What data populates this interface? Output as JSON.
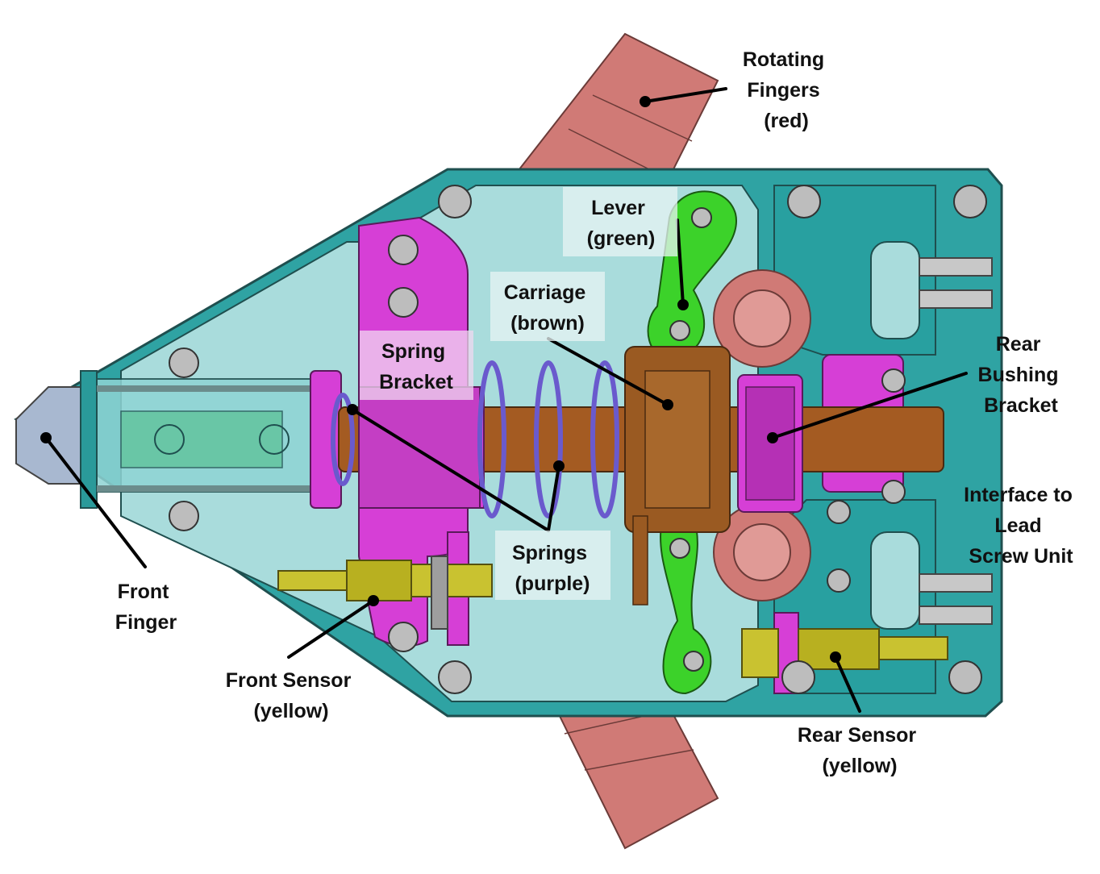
{
  "labels": {
    "rotating_fingers": [
      "Rotating",
      "Fingers",
      "(red)"
    ],
    "lever": [
      "Lever",
      "(green)"
    ],
    "carriage": [
      "Carriage",
      "(brown)"
    ],
    "spring_bracket": [
      "Spring",
      "Bracket"
    ],
    "rear_bushing_bracket": [
      "Rear",
      "Bushing",
      "Bracket"
    ],
    "interface": [
      "Interface to",
      "Lead",
      "Screw Unit"
    ],
    "springs": [
      "Springs",
      "(purple)"
    ],
    "front_finger": [
      "Front",
      "Finger"
    ],
    "front_sensor": [
      "Front Sensor",
      "(yellow)"
    ],
    "rear_sensor": [
      "Rear Sensor",
      "(yellow)"
    ]
  },
  "colors": {
    "housing": "#2fa3a3",
    "housing_light": "#a9dcdc",
    "rotating_fingers": "#d07a76",
    "lever": "#3cd22a",
    "carriage": "#9a5a22",
    "bracket": "#d63fd6",
    "spring": "#6a5acd",
    "sensor": "#c9c230",
    "front_finger": "#a8b8d0"
  }
}
